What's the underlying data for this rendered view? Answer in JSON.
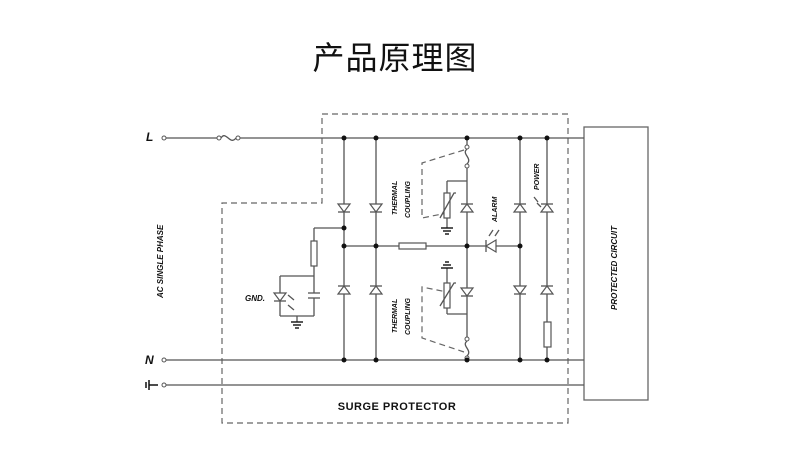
{
  "title": "产品原理图",
  "terminals": {
    "line": "L",
    "neutral": "N",
    "ground_symbol": "ground-icon"
  },
  "labels": {
    "ac_single_phase": "AC SINGLE PHASE",
    "gnd": "GND.",
    "thermal_coupling_top_1": "THERMAL",
    "thermal_coupling_top_2": "COUPLING",
    "thermal_coupling_bottom_1": "THERMAL",
    "thermal_coupling_bottom_2": "COUPLING",
    "alarm": "ALARM",
    "power": "POWER",
    "protected_circuit": "PROTECTED CIRCUIT",
    "surge_protector": "SURGE PROTECTOR"
  },
  "components": [
    "fuse",
    "tvs-diode-x8",
    "resistor-x3",
    "capacitor",
    "gas-discharge-led",
    "varistor-x2",
    "thermal-fuse-x2",
    "alarm-led",
    "power-led",
    "ground-x3"
  ]
}
